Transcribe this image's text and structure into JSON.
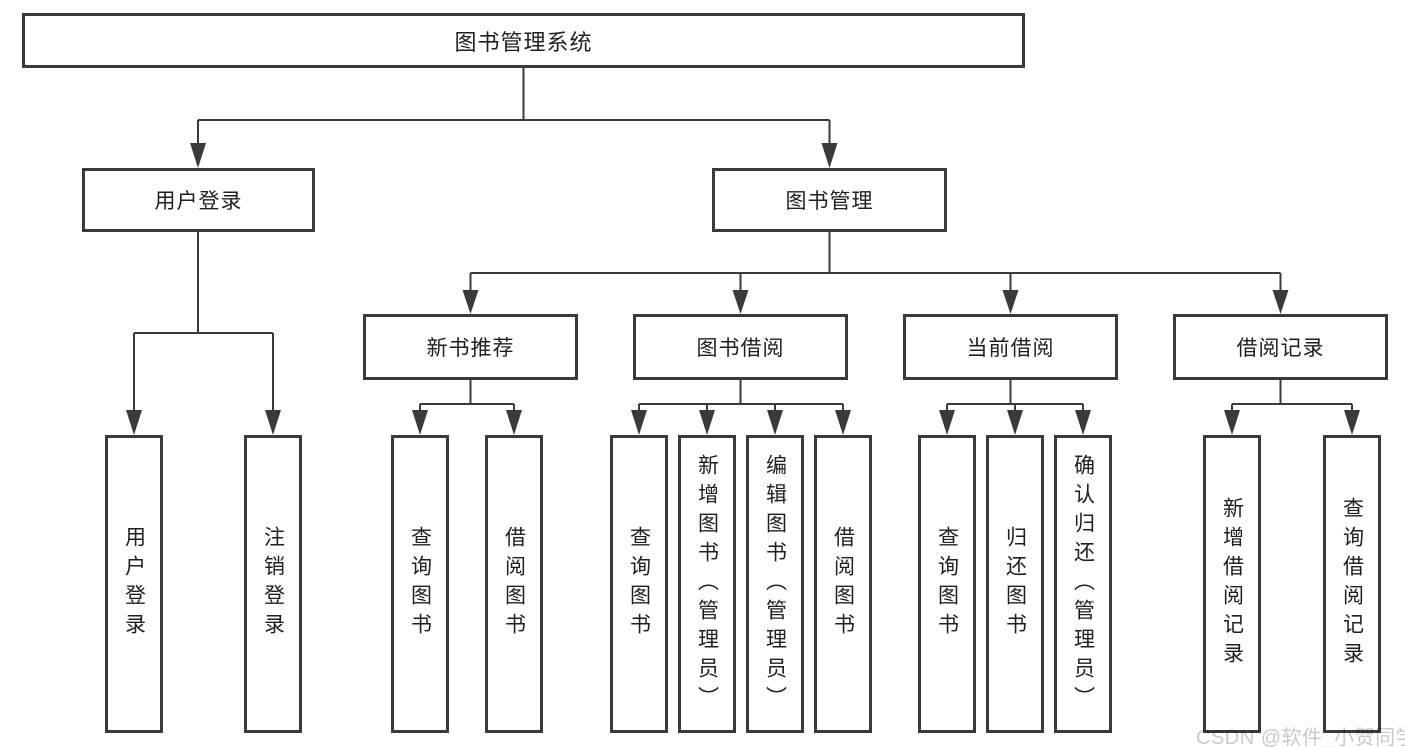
{
  "tree": {
    "root_label": "图书管理系统",
    "children": [
      {
        "label": "用户登录",
        "children": [
          "用户登录",
          "注销登录"
        ]
      },
      {
        "label": "图书管理",
        "children": [
          {
            "label": "新书推荐",
            "children": [
              "查询图书",
              "借阅图书"
            ]
          },
          {
            "label": "图书借阅",
            "children": [
              "查询图书",
              "新增图书（管理员）",
              "编辑图书（管理员）",
              "借阅图书"
            ]
          },
          {
            "label": "当前借阅",
            "children": [
              "查询图书",
              "归还图书",
              "确认归还（管理员）"
            ]
          },
          {
            "label": "借阅记录",
            "children": [
              "新增借阅记录",
              "查询借阅记录"
            ]
          }
        ]
      }
    ]
  },
  "watermark": {
    "text": "CSDN @软件_小贺同学",
    "color": "#c8c8d0"
  },
  "colors": {
    "line": "#3a3a3a",
    "box_border": "#3a3a3a",
    "text": "#1f1f1f",
    "background": "#ffffff"
  }
}
